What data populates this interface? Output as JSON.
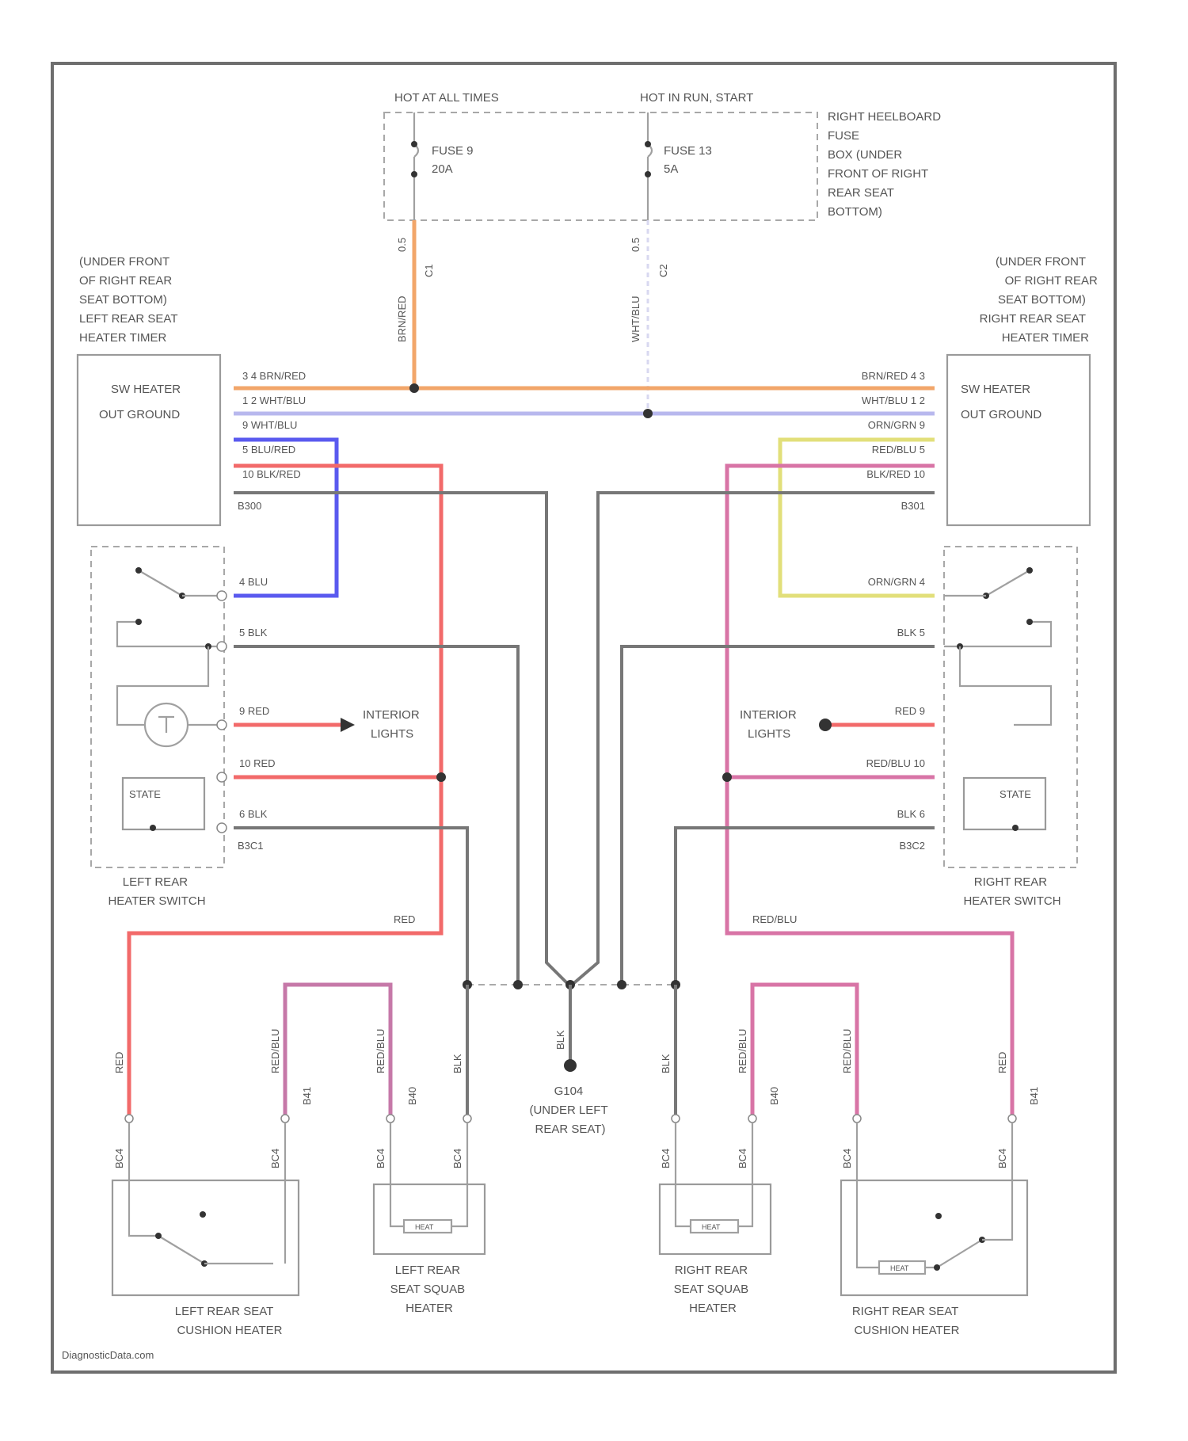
{
  "colors": {
    "orange": "#f2a66a",
    "lavender": "#b8b8ee",
    "blue": "#5a5aef",
    "red": "#f26a6a",
    "pink": "#d874a6",
    "yellow": "#e2df7a",
    "gray": "#7a7a7a"
  },
  "fuses": {
    "hot_all_times": "HOT AT ALL TIMES",
    "hot_run_start": "HOT IN RUN, START",
    "fuse9_line1": "FUSE 9",
    "fuse9_line2": "20A",
    "fuse13_line1": "FUSE 13",
    "fuse13_line2": "5A",
    "location": [
      "RIGHT HEELBOARD",
      "FUSE",
      "BOX (UNDER",
      "FRONT OF RIGHT",
      "REAR SEAT",
      "BOTTOM)"
    ],
    "wire_left_color": "BRN/RED",
    "wire_left_gauge": "0.5",
    "wire_left_pin": "C1",
    "wire_right_color": "WHT/BLU",
    "wire_right_gauge": "0.5",
    "wire_right_pin": "C2"
  },
  "left_timer": {
    "location": [
      "(UNDER FRONT",
      "OF RIGHT REAR",
      "SEAT BOTTOM)",
      "LEFT REAR SEAT",
      "HEATER TIMER"
    ],
    "box_line1": "SW HEATER",
    "box_line2": "OUT GROUND",
    "wire1": "3 4 BRN/RED",
    "wire2": "1 2 WHT/BLU",
    "wire3": "9 WHT/BLU",
    "wire4": "5 BLU/RED",
    "wire5": "10 BLK/RED",
    "conn": "B300"
  },
  "right_timer": {
    "location": [
      "(UNDER FRONT",
      "OF RIGHT REAR",
      "SEAT BOTTOM)",
      "RIGHT REAR SEAT",
      "HEATER TIMER"
    ],
    "box_line1": "SW HEATER",
    "box_line2": "OUT GROUND",
    "wire1": "BRN/RED 4 3",
    "wire2": "WHT/BLU 1 2",
    "wire3": "ORN/GRN 9",
    "wire4": "RED/BLU 5",
    "wire5": "BLK/RED 10",
    "conn": "B301"
  },
  "left_switch": {
    "w4": "4   BLU",
    "w5": "5   BLK",
    "w9": "9   RED",
    "w10": "10   RED",
    "w6": "6   BLK",
    "interior": [
      "INTERIOR",
      "LIGHTS"
    ],
    "state": "STATE",
    "conn": "B3C1",
    "name": [
      "LEFT REAR",
      "HEATER SWITCH"
    ]
  },
  "right_switch": {
    "w4": "ORN/GRN   4",
    "w5": "BLK   5",
    "w9": "RED   9",
    "w10": "RED/BLU   10",
    "w6": "BLK   6",
    "interior": [
      "INTERIOR",
      "LIGHTS"
    ],
    "state": "STATE",
    "conn": "B3C2",
    "name": [
      "RIGHT REAR",
      "HEATER SWITCH"
    ]
  },
  "mid_labels": {
    "left_red": "RED",
    "right_redblu": "RED/BLU"
  },
  "ground": {
    "wire": "BLK",
    "name": [
      "G104",
      "(UNDER LEFT",
      "REAR SEAT)"
    ]
  },
  "heater_wires": {
    "red": "RED",
    "redblu": "RED/BLU",
    "blk": "BLK",
    "pin_a": "B41",
    "pin_b": "B40",
    "plug_c": "BC4",
    "plug_d": "BC4"
  },
  "heaters": {
    "left_cushion": [
      "LEFT REAR SEAT",
      "CUSHION HEATER"
    ],
    "left_square": [
      "LEFT REAR",
      "SEAT SQUAB",
      "HEATER"
    ],
    "right_square": [
      "RIGHT REAR",
      "SEAT SQUAB",
      "HEATER"
    ],
    "right_cushion": [
      "RIGHT REAR SEAT",
      "CUSHION HEATER"
    ],
    "element_label": "HEAT"
  },
  "watermark": "DiagnosticData.com"
}
